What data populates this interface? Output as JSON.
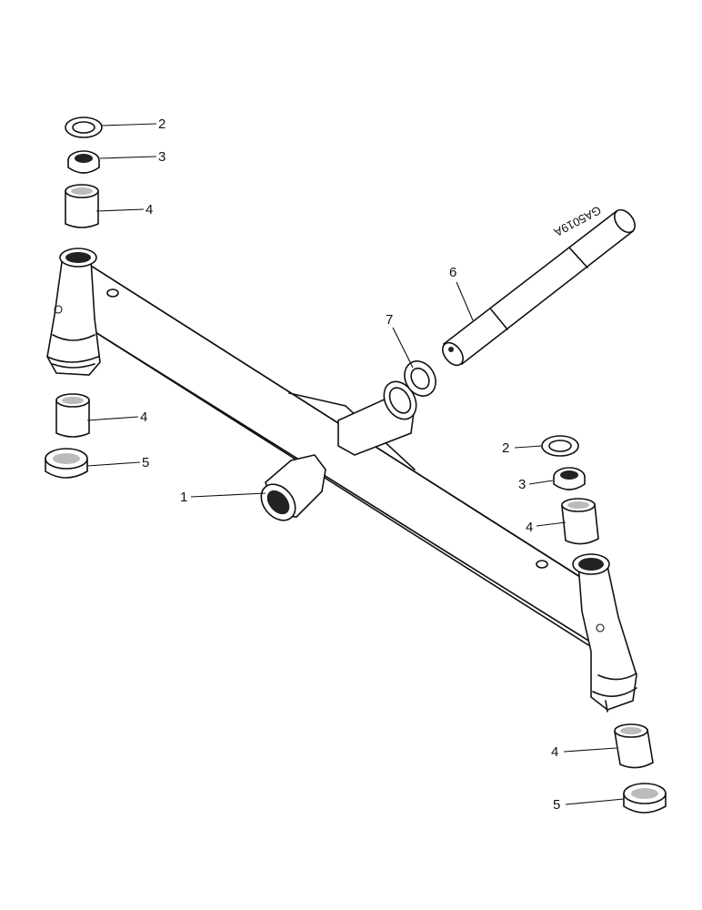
{
  "drawing_code": "GA5019A",
  "callouts": {
    "ring_top_left": "2",
    "seal_top_left": "3",
    "bush_top_left": "4",
    "bush_bottom_left": "4",
    "bearing_left": "5",
    "beam": "1",
    "pin": "6",
    "washer": "7",
    "ring_right": "2",
    "seal_right": "3",
    "bush_top_right": "4",
    "bush_bottom_right": "4",
    "bearing_right": "5"
  }
}
